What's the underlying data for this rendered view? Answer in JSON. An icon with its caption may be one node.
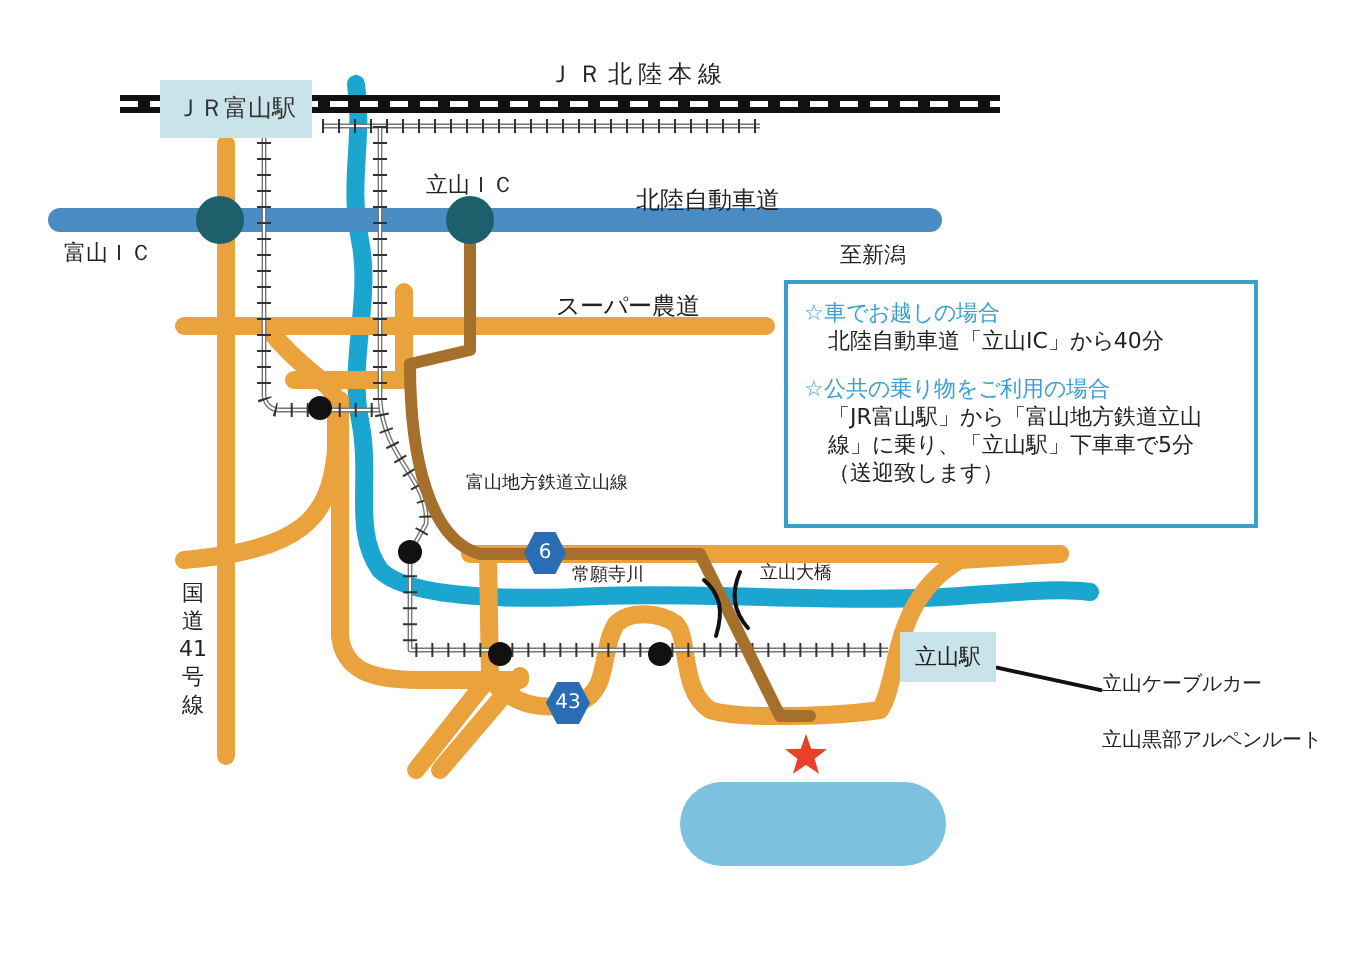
{
  "diagram": {
    "nodes": [
      {
        "text": [
          "ＪＲ富山駅"
        ]
      },
      {
        "text": [
          "6"
        ]
      },
      {
        "text": [
          "☆車でお越しの場合",
          "北陸自動車道「立山IC」から40分",
          "☆公共の乗り物をご利用の場合",
          "「JR富山駅」から「富山地方鉄道立山線」に乗り、「立山駅」下車車で5分",
          "（送迎致します）"
        ]
      },
      {
        "text": [
          "立山駅"
        ]
      },
      {
        "text": [
          "43"
        ]
      },
      {
        "text": [
          "立山ケーブルカー",
          "立山黒部アルペンルート"
        ]
      },
      {
        "text": [],
        "shape": "box"
      }
    ],
    "edges": [
      {
        "from": 5,
        "to": 3,
        "arrow": "none"
      }
    ],
    "labels": [
      "ＪＲ北陸本線",
      "立山ＩＣ",
      "北陸自動車道",
      "富山ＩＣ",
      "至新潟",
      "スーパー農道",
      "富山地方鉄道立山線",
      "常願寺川",
      "立山大橋",
      "国道41号線"
    ]
  }
}
